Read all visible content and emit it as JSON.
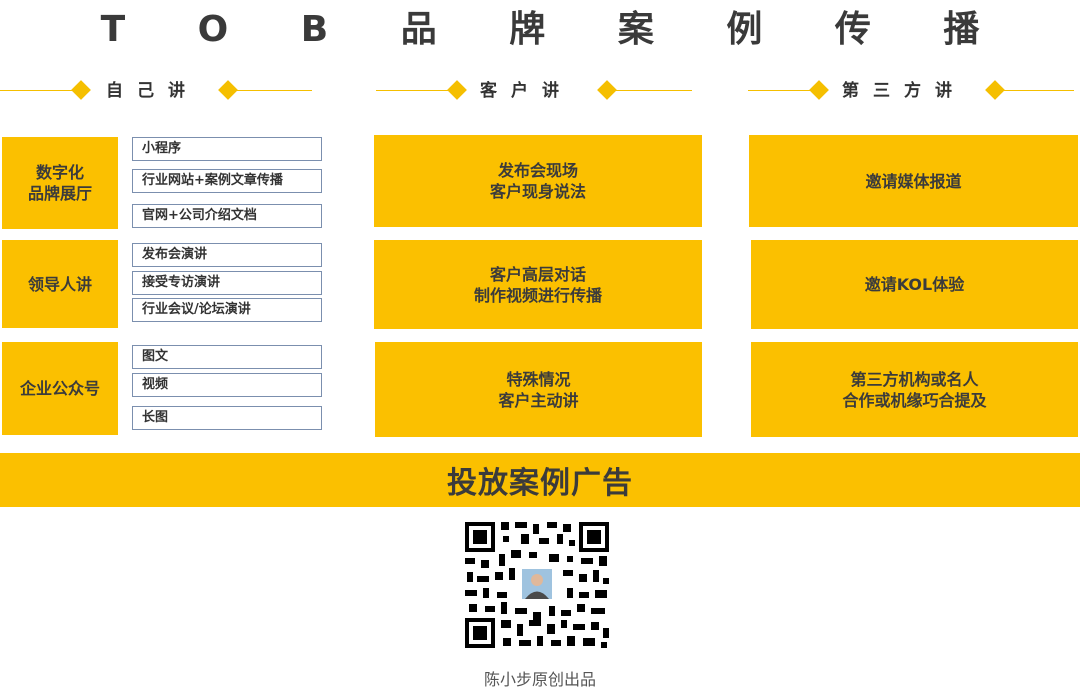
{
  "title": "T O B 品 牌 案 例 传 播",
  "sections": [
    {
      "label": "自己讲"
    },
    {
      "label": "客户讲"
    },
    {
      "label": "第三方讲"
    }
  ],
  "left_categories": [
    {
      "line1": "数字化",
      "line2": "品牌展厅",
      "items": [
        "小程序",
        "行业网站+案例文章传播",
        "官网+公司介绍文档"
      ]
    },
    {
      "line1": "领导人讲",
      "line2": "",
      "items": [
        "发布会演讲",
        "接受专访演讲",
        "行业会议/论坛演讲"
      ]
    },
    {
      "line1": "企业公众号",
      "line2": "",
      "items": [
        "图文",
        "视频",
        "长图"
      ]
    }
  ],
  "customer_boxes": [
    {
      "line1": "发布会现场",
      "line2": "客户现身说法"
    },
    {
      "line1": "客户高层对话",
      "line2": "制作视频进行传播"
    },
    {
      "line1": "特殊情况",
      "line2": "客户主动讲"
    }
  ],
  "third_party_boxes": [
    {
      "line1": "邀请媒体报道",
      "line2": ""
    },
    {
      "line1": "邀请KOL体验",
      "line2": ""
    },
    {
      "line1": "第三方机构或名人",
      "line2": "合作或机缘巧合提及"
    }
  ],
  "banner": "投放案例广告",
  "qr": {
    "icon": "qr-code-icon"
  },
  "credit": "陈小步原创出品",
  "colors": {
    "accent": "#fbc000",
    "line": "#f5bf00",
    "box_border": "#7b8fae"
  }
}
